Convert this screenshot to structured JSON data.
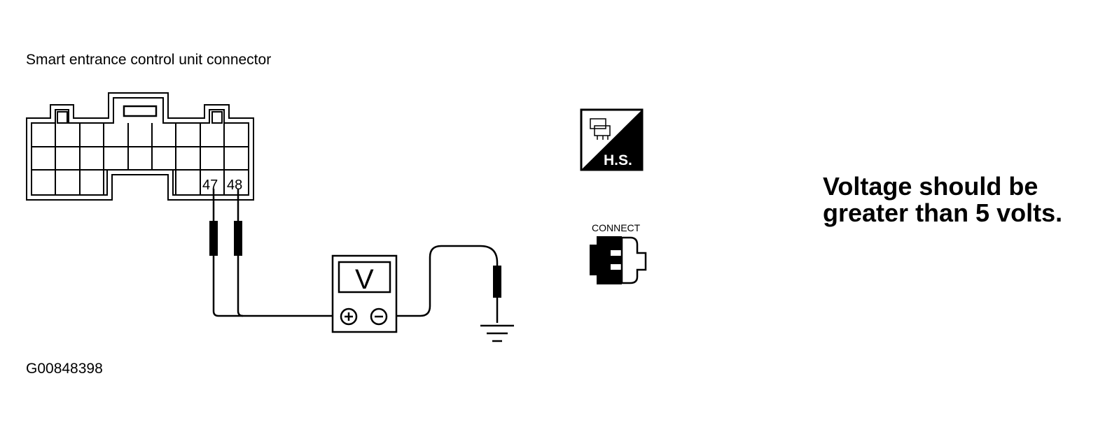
{
  "caption": "Smart entrance control unit connector",
  "figure_id": "G00848398",
  "instruction": {
    "line1": "Voltage should be",
    "line2": "greater than 5 volts."
  },
  "connector": {
    "pins": {
      "left": "47",
      "right": "48"
    }
  },
  "meter": {
    "label": "V",
    "positive": "+",
    "negative": "−"
  },
  "connect_icon": {
    "label": "CONNECT"
  },
  "hs_icon": {
    "label": "H.S."
  }
}
